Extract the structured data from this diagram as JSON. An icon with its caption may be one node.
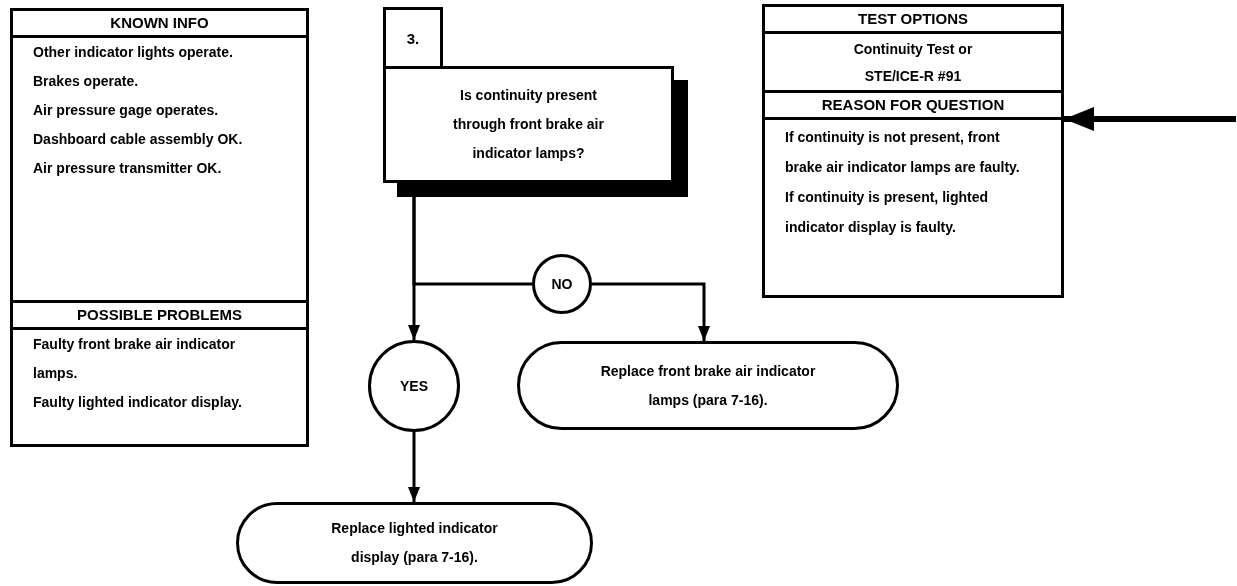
{
  "diagram": {
    "nodes": [
      {
        "text": [
          "KNOWN INFO",
          "Other indicator lights operate.",
          "Brakes operate.",
          "Air pressure gage operates.",
          "Dashboard cable assembly OK.",
          "Air pressure transmitter OK."
        ]
      },
      {
        "text": [
          "POSSIBLE PROBLEMS",
          "Faulty front brake air indicator lamps.",
          "Faulty lighted indicator display."
        ]
      },
      {
        "text": [
          "3."
        ]
      },
      {
        "text": [
          "Is continuity present through front brake air indicator lamps?"
        ]
      },
      {
        "text": [
          "TEST OPTIONS",
          "Continuity Test or STE/ICE-R #91"
        ]
      },
      {
        "text": [
          "REASON FOR QUESTION",
          "If continuity is not present, front brake air indicator lamps are faulty.  If continuity is present, lighted indicator display is faulty."
        ]
      },
      {
        "text": [
          "NO"
        ]
      },
      {
        "text": [
          "YES"
        ]
      },
      {
        "text": [
          "Replace front brake air indicator lamps (para 7-16)."
        ]
      },
      {
        "text": [
          "Replace lighted indicator display (para 7-16)."
        ]
      }
    ],
    "edges": [
      {
        "from": 3,
        "to": 7,
        "arrow": "to"
      },
      {
        "from": 3,
        "to": 6,
        "arrow": "none"
      },
      {
        "from": 6,
        "to": 8,
        "arrow": "to"
      },
      {
        "from": 7,
        "to": 9,
        "arrow": "to"
      },
      {
        "from": null,
        "to": 5,
        "arrow": "to",
        "style": "thick"
      }
    ]
  }
}
